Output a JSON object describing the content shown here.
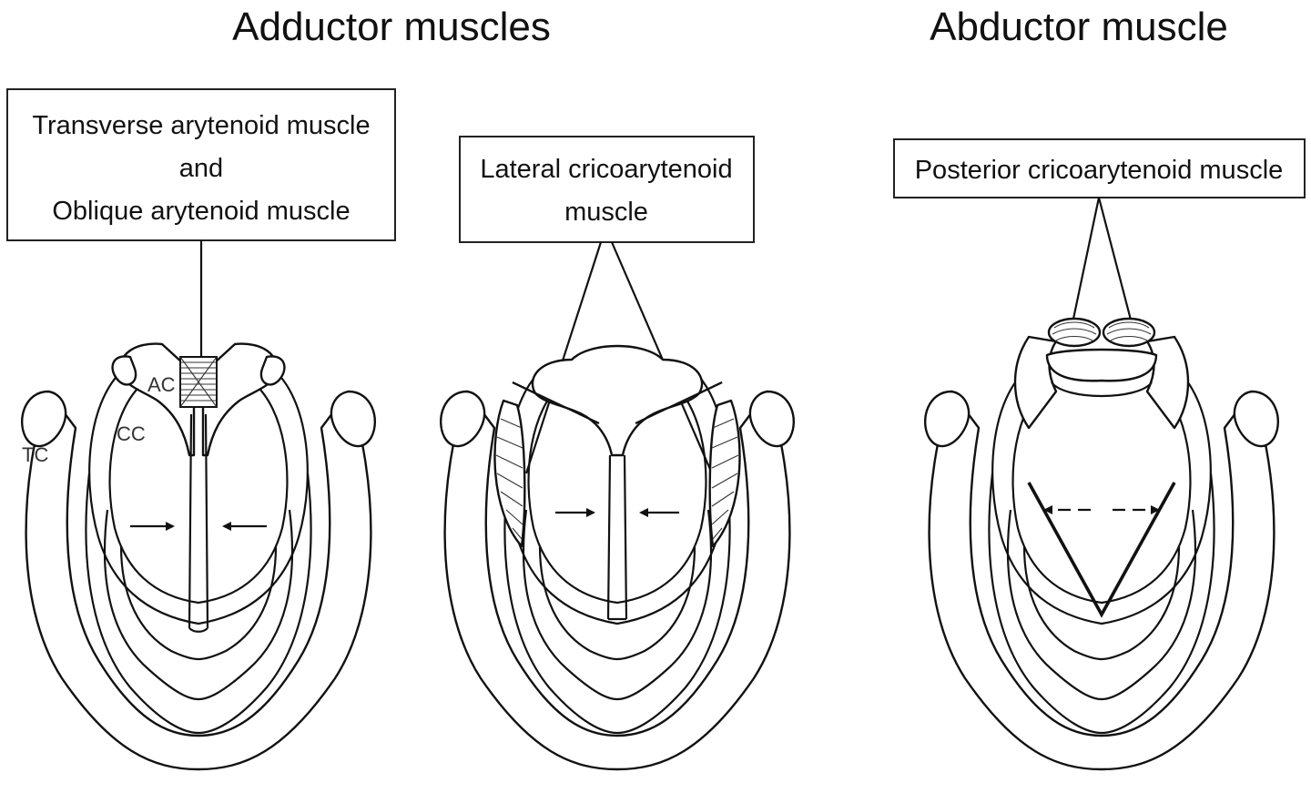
{
  "headings": {
    "adductor": "Adductor muscles",
    "abductor": "Abductor muscle"
  },
  "panels": [
    {
      "id": "transverse-oblique",
      "label_lines": [
        "Transverse arytenoid muscle",
        "and",
        "Oblique arytenoid muscle"
      ],
      "cartilage_labels": [
        "AC",
        "CC",
        "TC"
      ],
      "motion": "adduction"
    },
    {
      "id": "lateral-cricoarytenoid",
      "label_lines": [
        "Lateral cricoarytenoid",
        "muscle"
      ],
      "motion": "adduction"
    },
    {
      "id": "posterior-cricoarytenoid",
      "label_lines": [
        "Posterior cricoarytenoid muscle"
      ],
      "motion": "abduction"
    }
  ]
}
